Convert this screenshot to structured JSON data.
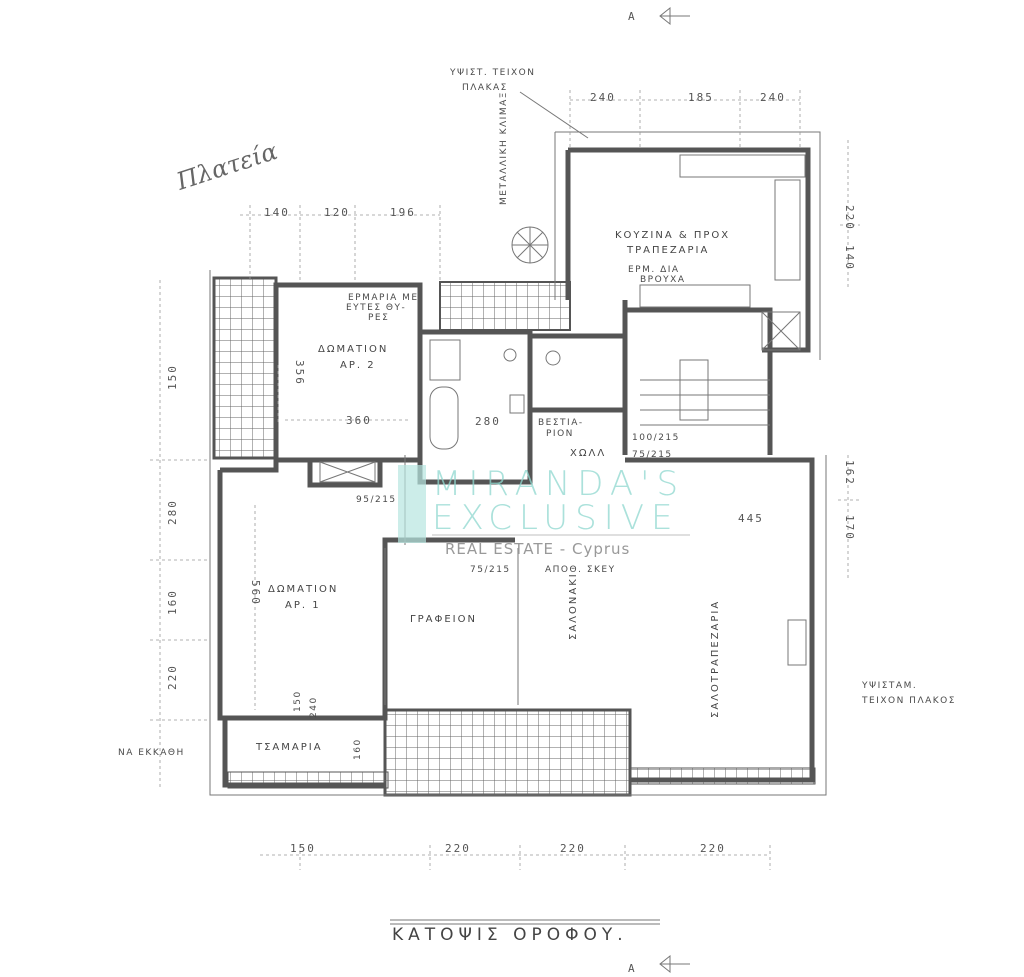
{
  "section_marker": "Α",
  "title": "ΚΑΤΟΨΙΣ ΟΡΟΦΟΥ.",
  "rooms": {
    "kitchen_1": "ΚΟΥΖΙΝΑ & ΠΡΟΧ",
    "kitchen_2": "ΤΡΑΠΕΖΑΡΙΑ",
    "bedroom2_1": "ΔΩΜΑΤΙΟΝ",
    "bedroom2_2": "ΑΡ. 2",
    "bedroom1_1": "ΔΩΜΑΤΙΟΝ",
    "bedroom1_2": "ΑΡ. 1",
    "office": "ΓΡΑΦΕΙΟΝ",
    "small_living": "ΣΑΛΟΝΑΚΙ",
    "living_dining": "ΣΑΛΟΤΡΑΠΕΖΑΡΙΑ",
    "hall": "ΧΩΛΛ",
    "closet": "ΤΣΑΜΑΡΙΑ",
    "wardrobe_1": "ΒΕΣΤΙΑ-",
    "wardrobe_2": "ΡΙΟΝ"
  },
  "notes": {
    "wall_top_1": "ΥΨΙΣΤ. ΤΕΙΧΟΝ",
    "wall_top_2": "ΠΛΑΚΑΣ",
    "wall_right_1": "ΥΨΙΣΤΑΜ.",
    "wall_right_2": "ΤΕΙΧΟΝ ΠΛΑΚΟΣ",
    "left_note": "ΝΑ ΕΚΚΑΘΗ",
    "spiral_stair": "ΜΕΤΑΛΛΙΚΗ ΚΛΙΜΑΞ",
    "laundry_1": "ΕΡΜ. ΔΙΑ",
    "laundry_2": "ΒΡΟΥΧΑ",
    "cupboard_1": "ΕΡΜΑΡΙΑ ΜΕ",
    "cupboard_2": "ΕΥΤΕΣ ΘΥ-",
    "cupboard_3": "ΡΕΣ",
    "storage": "ΑΠΟΘ. ΣΚΕΥ",
    "handwritten": "Πλατεία"
  },
  "dimensions": {
    "top": [
      "240",
      "185",
      "240"
    ],
    "upper_left": [
      "140",
      "120",
      "196"
    ],
    "left": [
      "150",
      "280",
      "160",
      "220"
    ],
    "right": [
      "220",
      "140",
      "162",
      "170"
    ],
    "bottom": [
      "150",
      "220",
      "220",
      "220"
    ],
    "interior": {
      "bed2_width": "360",
      "bed2_height": "356",
      "bath": "280",
      "bed1_height": "560",
      "living_width": "445",
      "closet_a": "150",
      "closet_b": "240",
      "closet_c": "160",
      "door_a": "95/215",
      "door_b": "75/215",
      "door_c": "100/215",
      "door_d": "75/215"
    }
  },
  "watermark": {
    "line1": "MIRANDA'S",
    "line2": "EXCLUSIVE",
    "line3": "REAL ESTATE - Cyprus"
  }
}
